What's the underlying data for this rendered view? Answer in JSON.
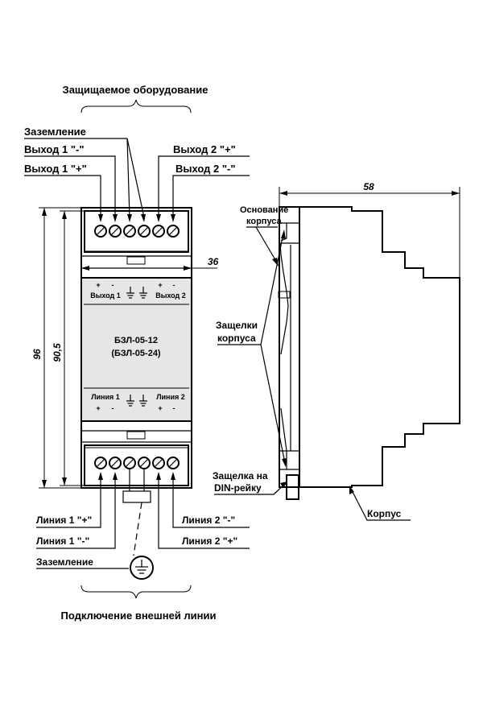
{
  "titles": {
    "top": "Защищаемое оборудование",
    "bottom": "Подключение внешней линии"
  },
  "top_labels": {
    "ground": "Заземление",
    "out1_minus": "Выход 1 \"-\"",
    "out1_plus": "Выход 1 \"+\"",
    "out2_plus": "Выход 2 \"+\"",
    "out2_minus": "Выход 2 \"-\""
  },
  "bottom_labels": {
    "line1_plus": "Линия 1 \"+\"",
    "line1_minus": "Линия 1 \"-\"",
    "ground": "Заземление",
    "line2_minus": "Линия 2 \"-\"",
    "line2_plus": "Линия 2 \"+\""
  },
  "panel": {
    "plus": "+",
    "minus": "-",
    "out1": "Выход 1",
    "out2": "Выход 2",
    "model1": "БЗЛ-05-12",
    "model2": "(БЗЛ-05-24)",
    "line1": "Линия 1",
    "line2": "Линия 2"
  },
  "side_labels": {
    "base_line1": "Основание",
    "base_line2": "корпуса",
    "latches_line1": "Защелки",
    "latches_line2": "корпуса",
    "din_line1": "Защелка на",
    "din_line2": "DIN-рейку",
    "case": "Корпус"
  },
  "dimensions": {
    "height_total": "96",
    "height_inner": "90,5",
    "width_front": "36",
    "depth": "58"
  }
}
